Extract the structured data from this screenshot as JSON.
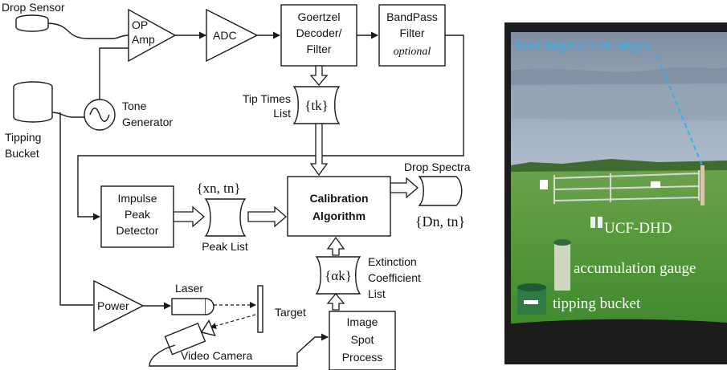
{
  "diagram": {
    "drop_sensor": "Drop Sensor",
    "op_amp": [
      "OP",
      "Amp"
    ],
    "adc": "ADC",
    "goertzel": [
      "Goertzel",
      "Decoder/",
      "Filter"
    ],
    "bandpass": [
      "BandPass",
      "Filter",
      "optional"
    ],
    "tipping_bucket": [
      "Tipping",
      "Bucket"
    ],
    "tone_generator": [
      "Tone",
      "Generator"
    ],
    "tip_times_list": [
      "Tip Times",
      "List"
    ],
    "tip_times_symbol": "{tk}",
    "drop_spectra": "Drop Spectra",
    "drop_spectra_symbol": "{Dn, tn}",
    "impulse_peak_detector": [
      "Impulse",
      "Peak",
      "Detector"
    ],
    "peak_list_symbol": "{xn, tn}",
    "peak_list": "Peak List",
    "calibration_algorithm": [
      "Calibration",
      "Algorithm"
    ],
    "extinction_symbol": "{αk}",
    "extinction_list": [
      "Extinction",
      "Coefficient",
      "List"
    ],
    "power": "Power",
    "laser": "Laser",
    "target": "Target",
    "video_camera": "Video Camera",
    "image_spot_process": [
      "Image",
      "Spot",
      "Process"
    ]
  },
  "photo": {
    "laser_target": "laser target (75 m range)",
    "ucf_dhd": "UCF-DHD",
    "accumulation_gauge": "accumulation gauge",
    "tipping_bucket": "tipping bucket",
    "colors": {
      "sky": "#b8c6d6",
      "cloud": "#8996a8",
      "grass": "#4f9a3a",
      "label_blue": "#2fb2ee",
      "frame": "#1c1c1c"
    }
  }
}
